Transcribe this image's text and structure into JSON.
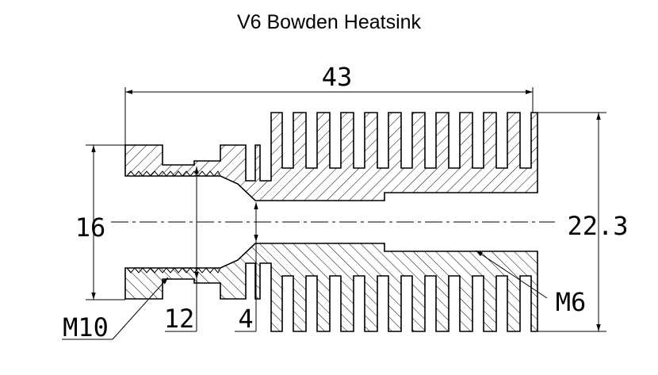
{
  "title": "V6 Bowden Heatsink",
  "dimensions": {
    "overall_length": "43",
    "thread_length": "12",
    "bore_diameter": "4",
    "thread_outer_diameter": "16",
    "fin_outer_diameter": "22.3"
  },
  "callouts": {
    "thread_spec": "M10",
    "inner_thread_spec": "M6"
  },
  "colors": {
    "line": "#000000",
    "background": "#ffffff"
  }
}
